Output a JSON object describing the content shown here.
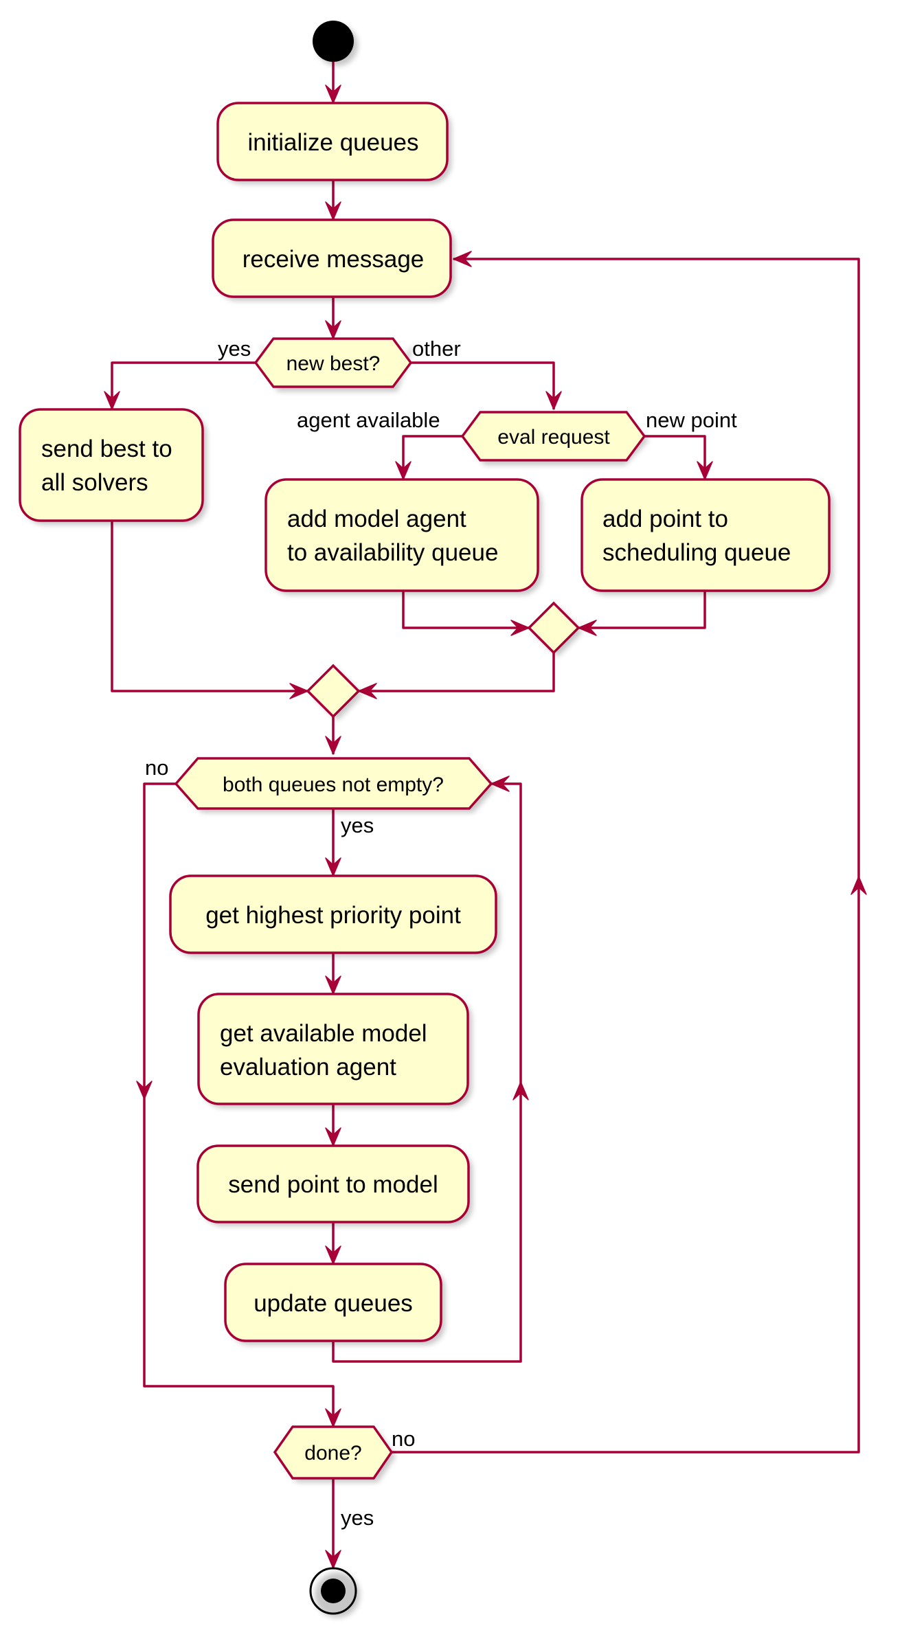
{
  "colors": {
    "node_fill": "#FEFECE",
    "node_stroke": "#A80036",
    "edge": "#A80036",
    "start_fill": "#000000",
    "background": "#FFFFFF"
  },
  "diagram": {
    "nodes": {
      "start": "",
      "initialize_queues": "initialize queues",
      "receive_message": "receive message",
      "new_best": "new best?",
      "send_best": [
        "send best to",
        "all solvers"
      ],
      "eval_request": "eval request",
      "add_agent": [
        "add model agent",
        "to availability queue"
      ],
      "add_point": [
        "add point to",
        "scheduling queue"
      ],
      "merge_eval": "",
      "merge_main": "",
      "both_queues": "both queues not empty?",
      "get_point": "get highest priority point",
      "get_agent": [
        "get available model",
        "evaluation agent"
      ],
      "send_point": "send point to model",
      "update_queues": "update queues",
      "done": "done?",
      "stop": ""
    },
    "edge_labels": {
      "new_best_yes": "yes",
      "new_best_other": "other",
      "eval_agent_available": "agent available",
      "eval_new_point": "new point",
      "loop_no": "no",
      "loop_yes": "yes",
      "done_no": "no",
      "done_yes": "yes"
    }
  }
}
